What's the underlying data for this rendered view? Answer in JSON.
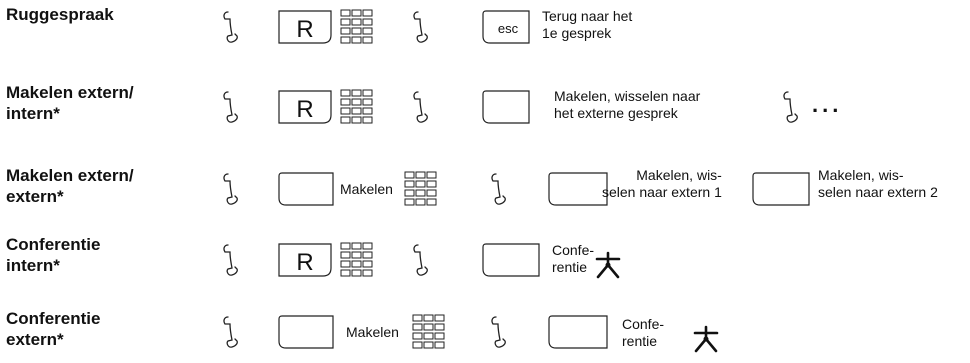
{
  "rows": [
    {
      "label": "Ruggespraak",
      "r_key": "R",
      "esc_key": "esc",
      "text1": "Terug naar het\n1e gesprek"
    },
    {
      "label": "Makelen extern/\nintern*",
      "r_key": "R",
      "text1": "Makelen, wisselen naar\nhet externe gesprek",
      "ellipsis": "..."
    },
    {
      "label": "Makelen extern/\nextern*",
      "makelen": "Makelen",
      "text1": "Makelen, wis-\nselen naar extern 1",
      "text2": "Makelen, wis-\nselen naar extern 2"
    },
    {
      "label": "Conferentie\nintern*",
      "r_key": "R",
      "text1": "Confe-\nrentie"
    },
    {
      "label": "Conferentie\nextern*",
      "makelen": "Makelen",
      "text1": "Confe-\nrentie"
    }
  ],
  "icons": {
    "handset": "handset-icon",
    "keypad": "keypad-icon",
    "softkey": "softkey-icon",
    "conference": "conference-icon"
  }
}
